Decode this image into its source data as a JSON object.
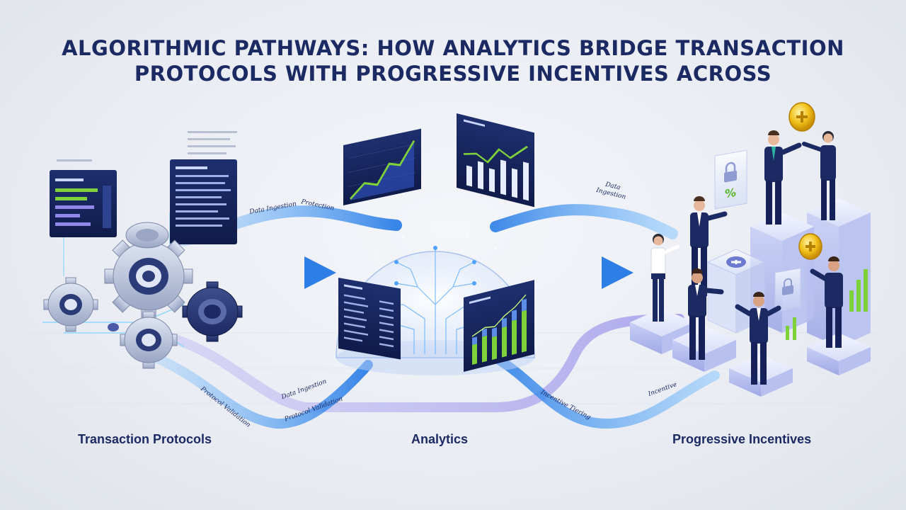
{
  "title": {
    "line1": "ALGORITHMIC PATHWAYS: HOW ANALYTICS BRIDGE TRANSACTION",
    "line2": "PROTOCOLS WITH PROGRESSIVE INCENTIVES ACROSS"
  },
  "sections": {
    "left": "Transaction Protocols",
    "center": "Analytics",
    "right": "Progressive Incentives"
  },
  "flow_labels": {
    "data_ingestion_top": "Data Ingestion",
    "protection": "Protection",
    "data_ingestion_right": "Data\nIngestion",
    "data_ingestion_bottom": "Data Ingestion",
    "protocol_validation_left": "Protocol Validation",
    "protocol_validation_center": "Protocol Validation",
    "incentive_tiering": "Incentive Tiering",
    "incentive": "Incentive"
  },
  "icons": [
    "gear-icon",
    "lock-icon",
    "percent-icon",
    "coin-icon",
    "plus-icon",
    "bar-chart-icon",
    "line-chart-icon",
    "brain-circuit-icon",
    "person-icon"
  ],
  "colors": {
    "navy": "#1c2a63",
    "flow_blue": "#3b8ff0",
    "flow_violet": "#8f86e8",
    "accent_green": "#7fd13a",
    "gold": "#f2c21b"
  }
}
